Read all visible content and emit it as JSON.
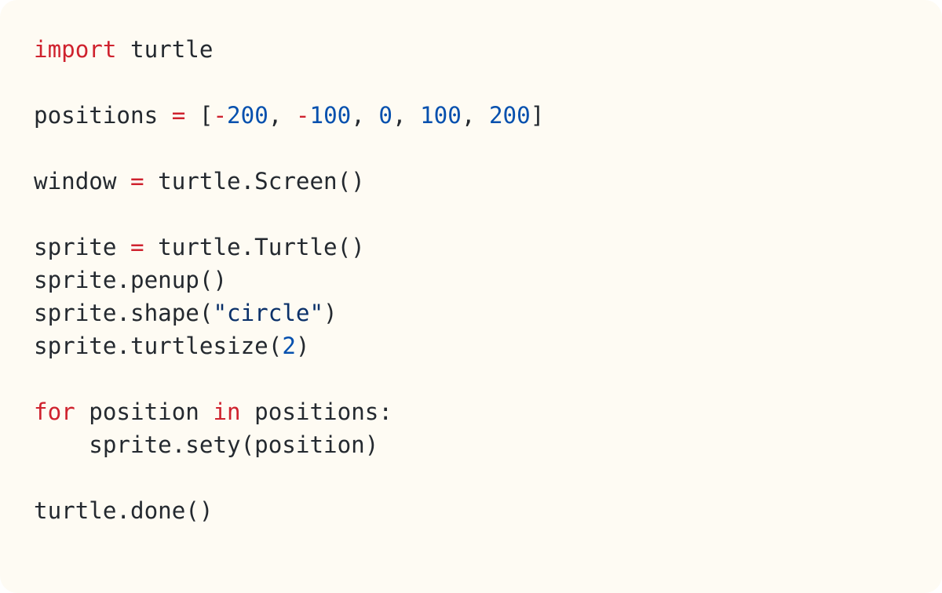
{
  "code": {
    "language": "python",
    "colors": {
      "background": "#fefbf3",
      "text": "#24292f",
      "keyword": "#cf222e",
      "number": "#0550ae",
      "string": "#0a3069"
    },
    "lines": [
      [
        {
          "t": "kw",
          "v": "import"
        },
        {
          "t": "",
          "v": " turtle"
        }
      ],
      [],
      [
        {
          "t": "",
          "v": "positions "
        },
        {
          "t": "op",
          "v": "="
        },
        {
          "t": "",
          "v": " ["
        },
        {
          "t": "op",
          "v": "-"
        },
        {
          "t": "num",
          "v": "200"
        },
        {
          "t": "",
          "v": ", "
        },
        {
          "t": "op",
          "v": "-"
        },
        {
          "t": "num",
          "v": "100"
        },
        {
          "t": "",
          "v": ", "
        },
        {
          "t": "num",
          "v": "0"
        },
        {
          "t": "",
          "v": ", "
        },
        {
          "t": "num",
          "v": "100"
        },
        {
          "t": "",
          "v": ", "
        },
        {
          "t": "num",
          "v": "200"
        },
        {
          "t": "",
          "v": "]"
        }
      ],
      [],
      [
        {
          "t": "",
          "v": "window "
        },
        {
          "t": "op",
          "v": "="
        },
        {
          "t": "",
          "v": " turtle.Screen()"
        }
      ],
      [],
      [
        {
          "t": "",
          "v": "sprite "
        },
        {
          "t": "op",
          "v": "="
        },
        {
          "t": "",
          "v": " turtle.Turtle()"
        }
      ],
      [
        {
          "t": "",
          "v": "sprite.penup()"
        }
      ],
      [
        {
          "t": "",
          "v": "sprite.shape("
        },
        {
          "t": "str",
          "v": "\"circle\""
        },
        {
          "t": "",
          "v": ")"
        }
      ],
      [
        {
          "t": "",
          "v": "sprite.turtlesize("
        },
        {
          "t": "num",
          "v": "2"
        },
        {
          "t": "",
          "v": ")"
        }
      ],
      [],
      [
        {
          "t": "kw",
          "v": "for"
        },
        {
          "t": "",
          "v": " position "
        },
        {
          "t": "kw",
          "v": "in"
        },
        {
          "t": "",
          "v": " positions:"
        }
      ],
      [
        {
          "t": "",
          "v": "    sprite.sety(position)"
        }
      ],
      [],
      [
        {
          "t": "",
          "v": "turtle.done()"
        }
      ]
    ]
  }
}
